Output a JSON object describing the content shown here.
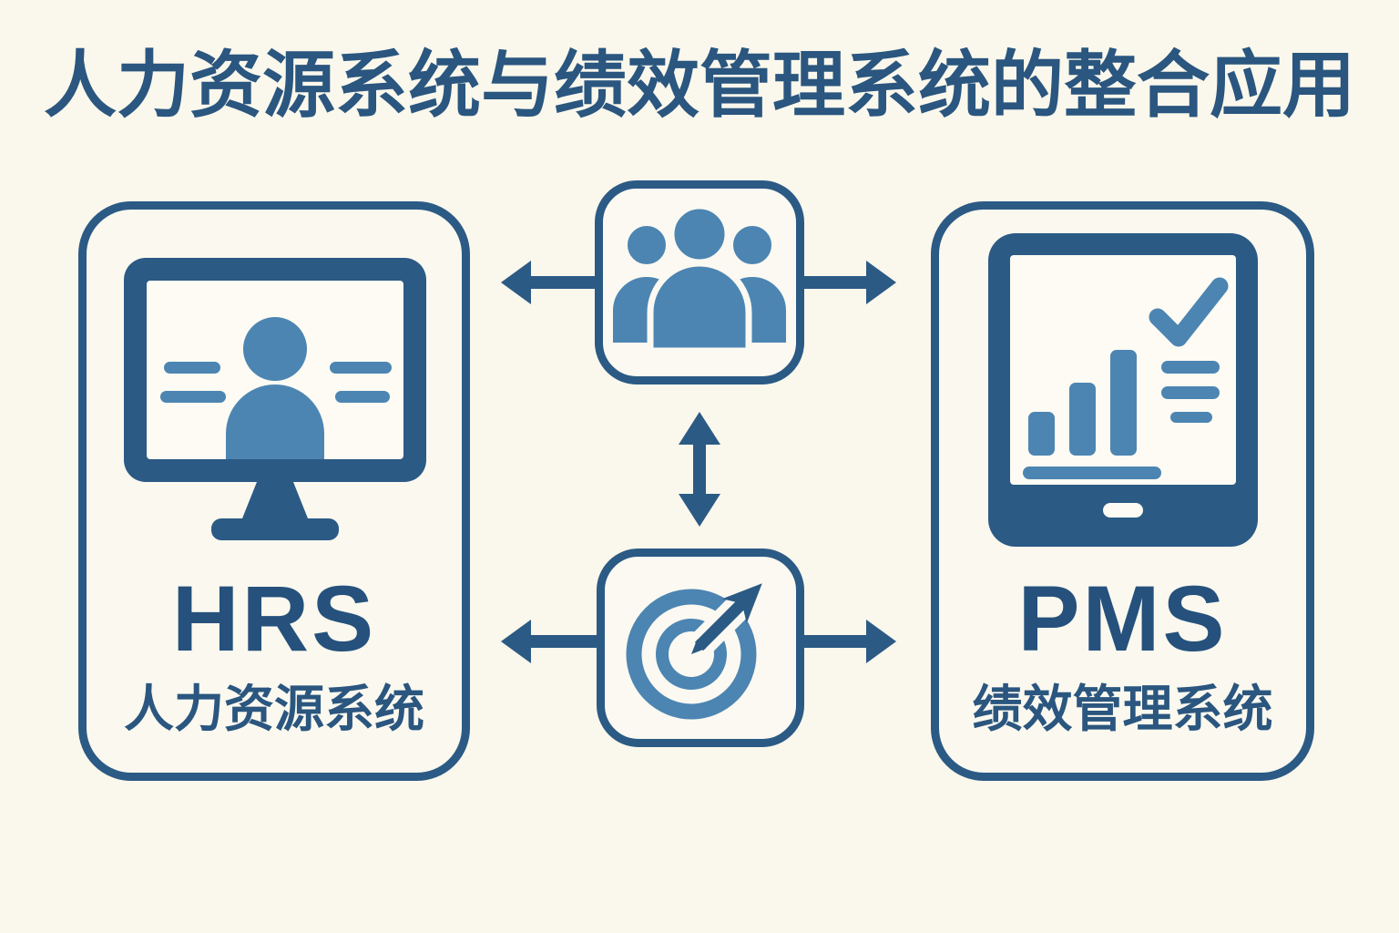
{
  "title": "人力资源系统与绩效管理系统的整合应用",
  "colors": {
    "background": "#faf7ec",
    "primary_dark_blue": "#2b5a85",
    "text_dark_blue": "#25517c",
    "accent_medium_blue": "#4c85b2",
    "surface_white": "#fdfbf3"
  },
  "systems": {
    "hrs": {
      "abbr": "HRS",
      "name": "人力资源系统",
      "icon": "monitor-employee-profile-icon"
    },
    "pms": {
      "abbr": "PMS",
      "name": "绩效管理系统",
      "icon": "tablet-performance-report-icon"
    }
  },
  "connectors": {
    "top_node_icon": "people-group-icon",
    "bottom_node_icon": "target-dart-icon",
    "arrows": [
      "people-to-hrs-arrow",
      "people-to-pms-arrow",
      "target-to-hrs-arrow",
      "target-to-pms-arrow",
      "people-target-double-arrow"
    ]
  }
}
